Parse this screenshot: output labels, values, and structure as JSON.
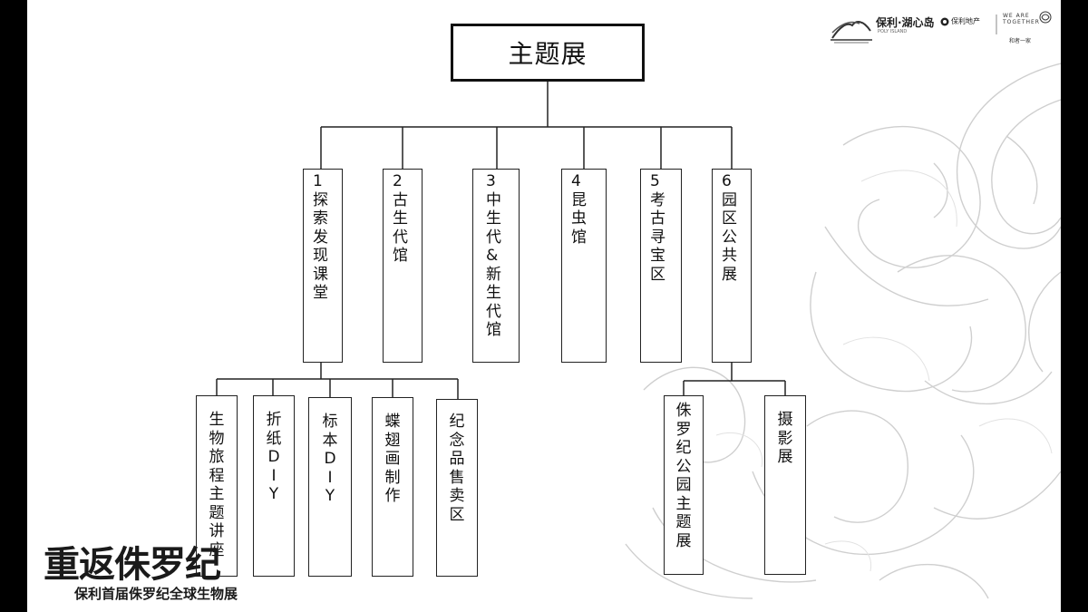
{
  "root": {
    "label": "主题展"
  },
  "halls": [
    {
      "num": "1",
      "label": "探索发现课堂"
    },
    {
      "num": "2",
      "label": "古生代馆"
    },
    {
      "num": "3",
      "label": "中生代&新生代馆"
    },
    {
      "num": "4",
      "label": "昆虫馆"
    },
    {
      "num": "5",
      "label": "考古寻宝区"
    },
    {
      "num": "6",
      "label": "园区公共展"
    }
  ],
  "hall1_children": [
    {
      "label": "生物旅程主题讲座"
    },
    {
      "label": "折纸DIY"
    },
    {
      "label": "标本DIY"
    },
    {
      "label": "蝶翅画制作"
    },
    {
      "label": "纪念品售卖区"
    }
  ],
  "hall6_children": [
    {
      "label": "侏罗纪公园主题展"
    },
    {
      "label": "摄影展"
    }
  ],
  "logos": {
    "brand": "保利·湖心岛",
    "brand_sub": "POLY ISLAND",
    "partner": "保利地产",
    "slogan": "WE ARE TOGETHER",
    "tag": "和者一家"
  },
  "event": {
    "title": "重返侏罗纪",
    "subtitle": "保利首届侏罗纪全球生物展"
  },
  "colors": {
    "line": "#222222",
    "background": "#ffffff",
    "frame": "#000000"
  }
}
